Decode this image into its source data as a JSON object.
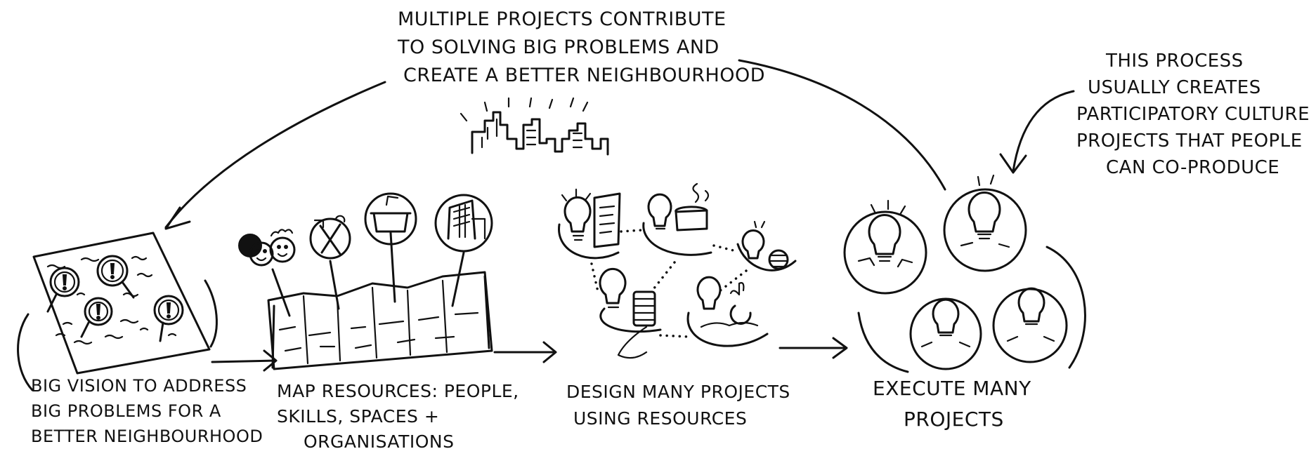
{
  "diagram": {
    "ink_color": "#111111",
    "background": "#ffffff",
    "top_note": [
      "MULTIPLE PROJECTS CONTRIBUTE",
      "TO SOLVING BIG PROBLEMS AND",
      "CREATE A BETTER NEIGHBOURHOOD"
    ],
    "side_note": [
      "THIS PROCESS",
      "USUALLY CREATES",
      "PARTICIPATORY CULTURE",
      "PROJECTS THAT PEOPLE",
      "CAN CO-PRODUCE"
    ],
    "steps": [
      {
        "icon": "map-with-problem-pins-icon",
        "lines": [
          "BIG VISION TO ADDRESS",
          "BIG PROBLEMS FOR A",
          "BETTER NEIGHBOURHOOD"
        ]
      },
      {
        "icon": "resource-map-icon",
        "lines": [
          "MAP RESOURCES: PEOPLE,",
          "SKILLS, SPACES +",
          "ORGANISATIONS"
        ]
      },
      {
        "icon": "networked-ideas-icon",
        "lines": [
          "DESIGN MANY PROJECTS",
          "USING RESOURCES"
        ]
      },
      {
        "icon": "lightbulb-cluster-icon",
        "lines": [
          "EXECUTE MANY",
          "PROJECTS"
        ]
      }
    ]
  }
}
